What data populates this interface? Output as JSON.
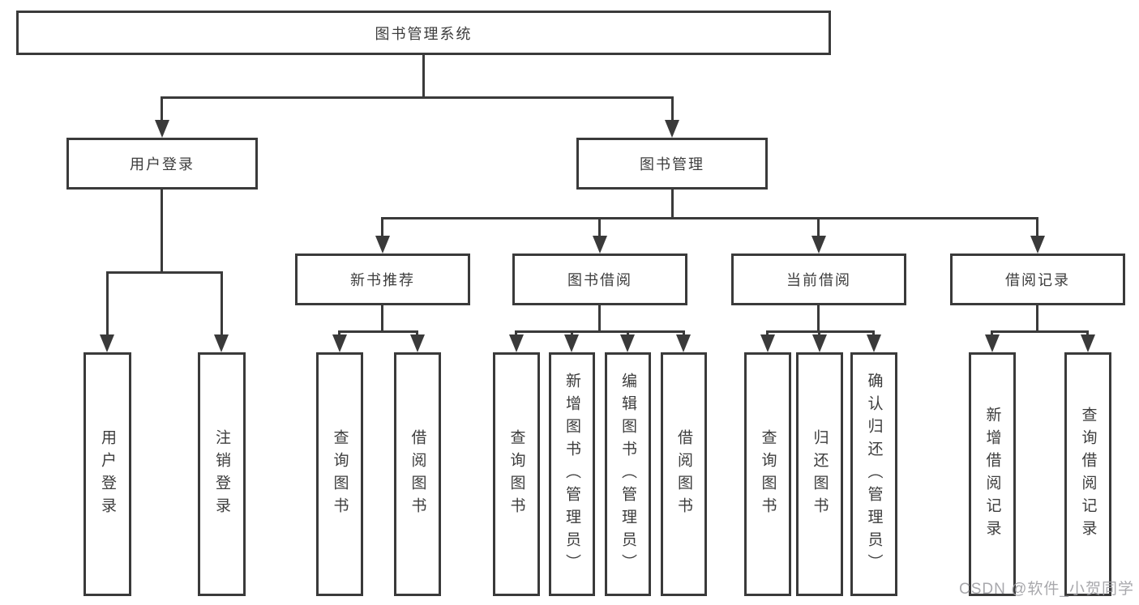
{
  "colors": {
    "line": "#3a3a3a",
    "text": "#3d3d3d",
    "background": "#ffffff",
    "watermark": "#9e9ea3"
  },
  "watermark": {
    "text": "CSDN @软件_小贺同学"
  },
  "tree": {
    "root": {
      "label": "图书管理系统",
      "children": [
        {
          "label": "用户登录",
          "children": [
            {
              "label": "用户登录"
            },
            {
              "label": "注销登录"
            }
          ]
        },
        {
          "label": "图书管理",
          "children": [
            {
              "label": "新书推荐",
              "children": [
                {
                  "label": "查询图书"
                },
                {
                  "label": "借阅图书"
                }
              ]
            },
            {
              "label": "图书借阅",
              "children": [
                {
                  "label": "查询图书"
                },
                {
                  "label": "新增图书（管理员）"
                },
                {
                  "label": "编辑图书（管理员）"
                },
                {
                  "label": "借阅图书"
                }
              ]
            },
            {
              "label": "当前借阅",
              "children": [
                {
                  "label": "查询图书"
                },
                {
                  "label": "归还图书"
                },
                {
                  "label": "确认归还（管理员）"
                }
              ]
            },
            {
              "label": "借阅记录",
              "children": [
                {
                  "label": "新增借阅记录"
                },
                {
                  "label": "查询借阅记录"
                }
              ]
            }
          ]
        }
      ]
    }
  }
}
